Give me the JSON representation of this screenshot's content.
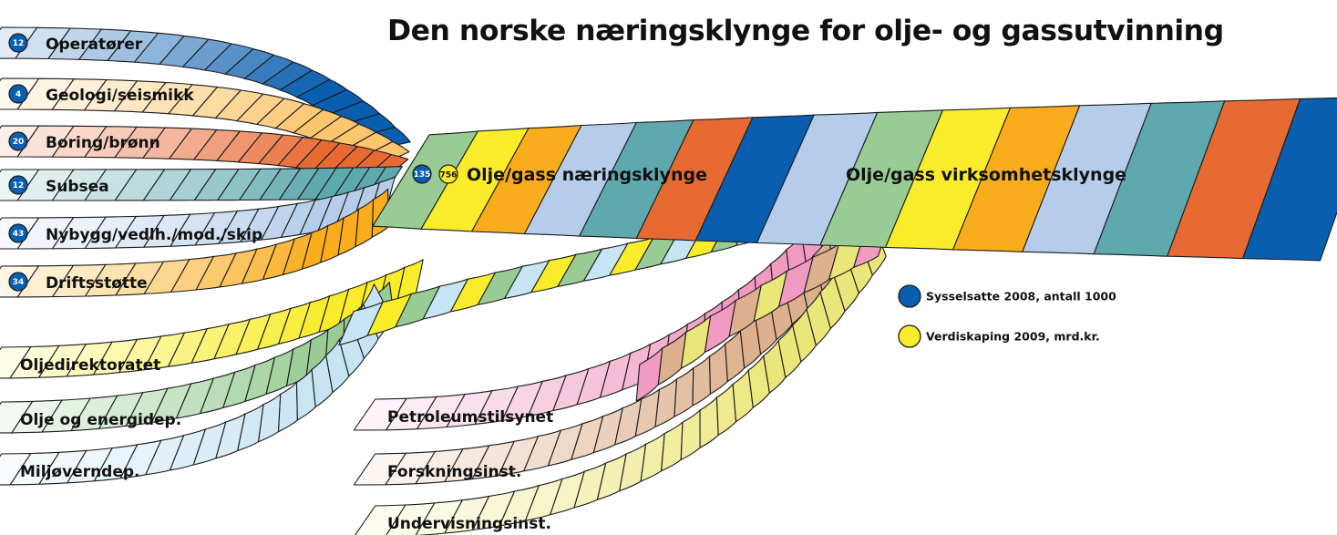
{
  "title": "Den norske næringsklynge for olje- og gassutvinning",
  "colors": {
    "blue": "#0a5eaf",
    "light_orange": "#fcc66e",
    "orange_red": "#e86a33",
    "teal": "#5ea9ae",
    "light_blue": "#b5cdea",
    "orange": "#f9ac1c",
    "green": "#99cc95",
    "yellow": "#f8ec2b",
    "pale_blue": "#c7e4f4",
    "pink": "#f19ac2",
    "tan": "#ddb08e",
    "pale_yellow": "#ebe67a"
  },
  "core_labels": {
    "naering": "Olje/gass næringsklynge",
    "virksomhet": "Olje/gass virksomhetsklynge",
    "badge_employees": "135",
    "badge_value": "756"
  },
  "branches": [
    {
      "label": "Operatører",
      "badge": "12",
      "color": "blue"
    },
    {
      "label": "Geologi/seismikk",
      "badge": "4",
      "color": "light_orange"
    },
    {
      "label": "Boring/brønn",
      "badge": "20",
      "color": "orange_red"
    },
    {
      "label": "Subsea",
      "badge": "12",
      "color": "teal"
    },
    {
      "label": "Nybygg/vedlh./mod./skip",
      "badge": "43",
      "color": "light_blue"
    },
    {
      "label": "Driftsstøtte",
      "badge": "34",
      "color": "orange"
    }
  ],
  "lower_branches": [
    {
      "label": "Oljedirektoratet",
      "color": "yellow"
    },
    {
      "label": "Olje og energidep.",
      "color": "green"
    },
    {
      "label": "Miljøverndep.",
      "color": "pale_blue"
    },
    {
      "label": "Petroleumstilsynet",
      "color": "pink"
    },
    {
      "label": "Forskningsinst.",
      "color": "tan"
    },
    {
      "label": "Undervisningsinst.",
      "color": "pale_yellow"
    }
  ],
  "legend": [
    {
      "label": "Sysselsatte 2008, antall 1000",
      "color": "blue"
    },
    {
      "label": "Verdiskaping 2009, mrd.kr.",
      "color": "yellow"
    }
  ]
}
